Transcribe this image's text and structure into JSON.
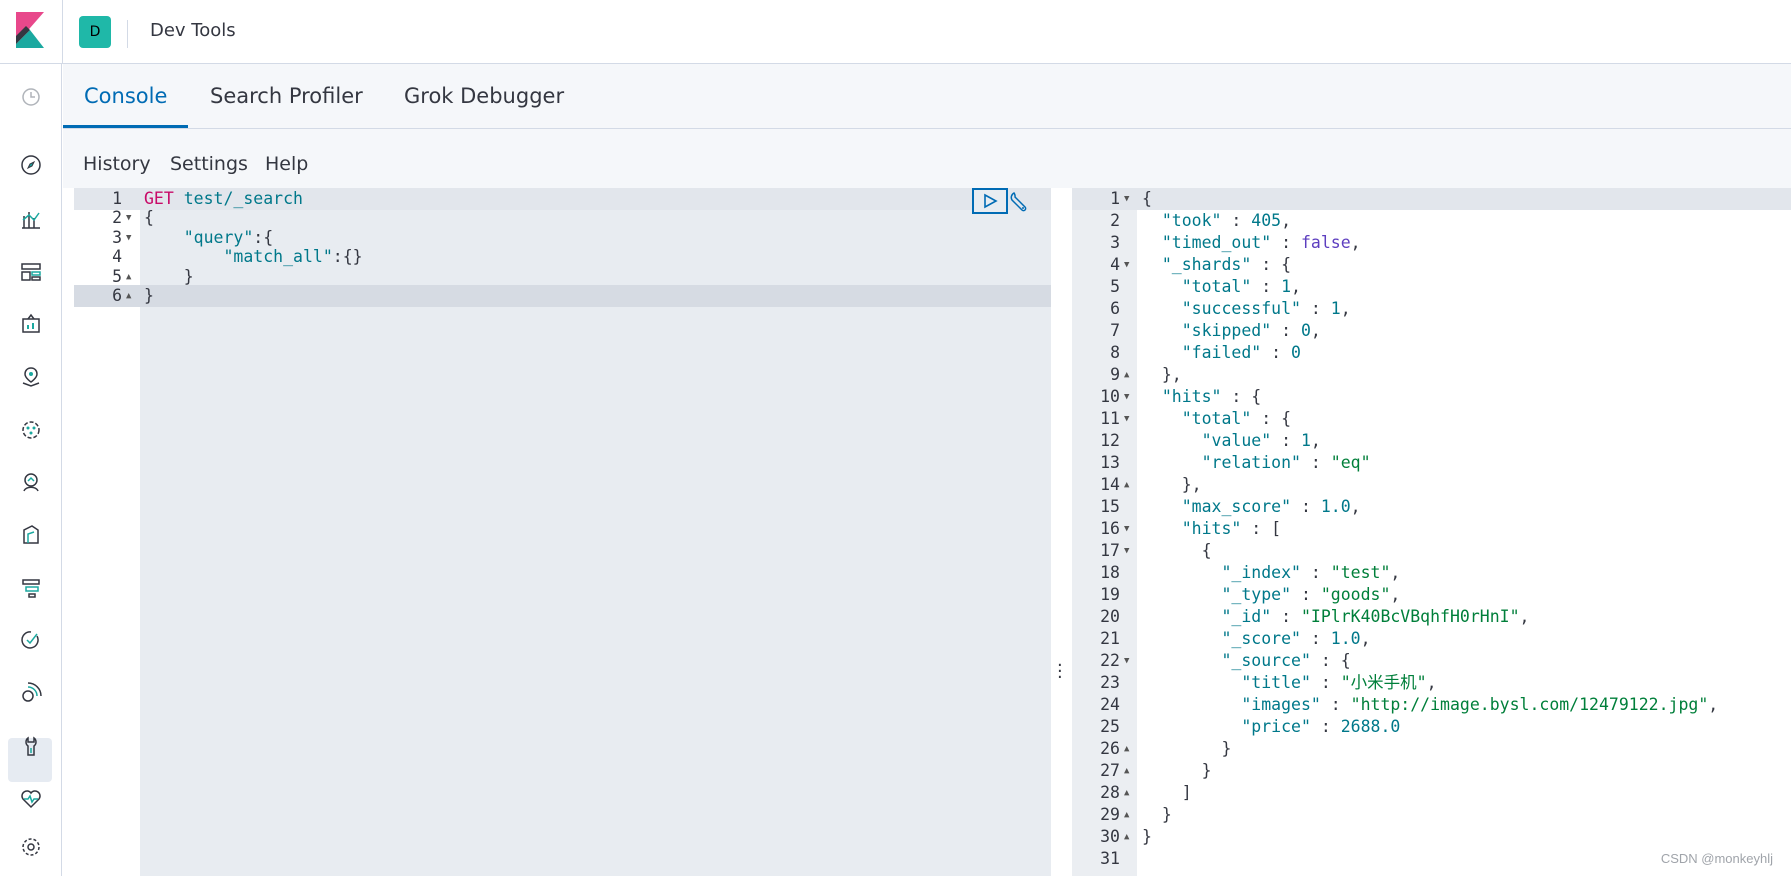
{
  "header": {
    "space_initial": "D",
    "breadcrumb": "Dev Tools"
  },
  "tabs": [
    {
      "label": "Console",
      "active": true
    },
    {
      "label": "Search Profiler",
      "active": false
    },
    {
      "label": "Grok Debugger",
      "active": false
    }
  ],
  "toolbar": {
    "history": "History",
    "settings": "Settings",
    "help": "Help"
  },
  "request": {
    "lines": [
      {
        "n": "1",
        "fold": "",
        "tokens": [
          [
            "method",
            "GET"
          ],
          [
            "p",
            " "
          ],
          [
            "url",
            "test/_search"
          ]
        ]
      },
      {
        "n": "2",
        "fold": "▼",
        "tokens": [
          [
            "p",
            "{"
          ]
        ]
      },
      {
        "n": "3",
        "fold": "▼",
        "tokens": [
          [
            "p",
            "    "
          ],
          [
            "key",
            "\"query\""
          ],
          [
            "p",
            ":{"
          ]
        ]
      },
      {
        "n": "4",
        "fold": "",
        "tokens": [
          [
            "p",
            "        "
          ],
          [
            "key",
            "\"match_all\""
          ],
          [
            "p",
            ":{}"
          ]
        ]
      },
      {
        "n": "5",
        "fold": "▲",
        "tokens": [
          [
            "p",
            "    }"
          ]
        ]
      },
      {
        "n": "6",
        "fold": "▲",
        "tokens": [
          [
            "p",
            "}"
          ]
        ]
      }
    ]
  },
  "response": {
    "lines": [
      {
        "n": "1",
        "fold": "▼",
        "tokens": [
          [
            "p",
            "{"
          ]
        ]
      },
      {
        "n": "2",
        "fold": "",
        "tokens": [
          [
            "p",
            "  "
          ],
          [
            "key",
            "\"took\""
          ],
          [
            "p",
            " : "
          ],
          [
            "num",
            "405"
          ],
          [
            "p",
            ","
          ]
        ]
      },
      {
        "n": "3",
        "fold": "",
        "tokens": [
          [
            "p",
            "  "
          ],
          [
            "key",
            "\"timed_out\""
          ],
          [
            "p",
            " : "
          ],
          [
            "bool",
            "false"
          ],
          [
            "p",
            ","
          ]
        ]
      },
      {
        "n": "4",
        "fold": "▼",
        "tokens": [
          [
            "p",
            "  "
          ],
          [
            "key",
            "\"_shards\""
          ],
          [
            "p",
            " : {"
          ]
        ]
      },
      {
        "n": "5",
        "fold": "",
        "tokens": [
          [
            "p",
            "    "
          ],
          [
            "key",
            "\"total\""
          ],
          [
            "p",
            " : "
          ],
          [
            "num",
            "1"
          ],
          [
            "p",
            ","
          ]
        ]
      },
      {
        "n": "6",
        "fold": "",
        "tokens": [
          [
            "p",
            "    "
          ],
          [
            "key",
            "\"successful\""
          ],
          [
            "p",
            " : "
          ],
          [
            "num",
            "1"
          ],
          [
            "p",
            ","
          ]
        ]
      },
      {
        "n": "7",
        "fold": "",
        "tokens": [
          [
            "p",
            "    "
          ],
          [
            "key",
            "\"skipped\""
          ],
          [
            "p",
            " : "
          ],
          [
            "num",
            "0"
          ],
          [
            "p",
            ","
          ]
        ]
      },
      {
        "n": "8",
        "fold": "",
        "tokens": [
          [
            "p",
            "    "
          ],
          [
            "key",
            "\"failed\""
          ],
          [
            "p",
            " : "
          ],
          [
            "num",
            "0"
          ]
        ]
      },
      {
        "n": "9",
        "fold": "▲",
        "tokens": [
          [
            "p",
            "  },"
          ]
        ]
      },
      {
        "n": "10",
        "fold": "▼",
        "tokens": [
          [
            "p",
            "  "
          ],
          [
            "key",
            "\"hits\""
          ],
          [
            "p",
            " : {"
          ]
        ]
      },
      {
        "n": "11",
        "fold": "▼",
        "tokens": [
          [
            "p",
            "    "
          ],
          [
            "key",
            "\"total\""
          ],
          [
            "p",
            " : {"
          ]
        ]
      },
      {
        "n": "12",
        "fold": "",
        "tokens": [
          [
            "p",
            "      "
          ],
          [
            "key",
            "\"value\""
          ],
          [
            "p",
            " : "
          ],
          [
            "num",
            "1"
          ],
          [
            "p",
            ","
          ]
        ]
      },
      {
        "n": "13",
        "fold": "",
        "tokens": [
          [
            "p",
            "      "
          ],
          [
            "key",
            "\"relation\""
          ],
          [
            "p",
            " : "
          ],
          [
            "str",
            "\"eq\""
          ]
        ]
      },
      {
        "n": "14",
        "fold": "▲",
        "tokens": [
          [
            "p",
            "    },"
          ]
        ]
      },
      {
        "n": "15",
        "fold": "",
        "tokens": [
          [
            "p",
            "    "
          ],
          [
            "key",
            "\"max_score\""
          ],
          [
            "p",
            " : "
          ],
          [
            "num",
            "1.0"
          ],
          [
            "p",
            ","
          ]
        ]
      },
      {
        "n": "16",
        "fold": "▼",
        "tokens": [
          [
            "p",
            "    "
          ],
          [
            "key",
            "\"hits\""
          ],
          [
            "p",
            " : ["
          ]
        ]
      },
      {
        "n": "17",
        "fold": "▼",
        "tokens": [
          [
            "p",
            "      {"
          ]
        ]
      },
      {
        "n": "18",
        "fold": "",
        "tokens": [
          [
            "p",
            "        "
          ],
          [
            "key",
            "\"_index\""
          ],
          [
            "p",
            " : "
          ],
          [
            "str",
            "\"test\""
          ],
          [
            "p",
            ","
          ]
        ]
      },
      {
        "n": "19",
        "fold": "",
        "tokens": [
          [
            "p",
            "        "
          ],
          [
            "key",
            "\"_type\""
          ],
          [
            "p",
            " : "
          ],
          [
            "str",
            "\"goods\""
          ],
          [
            "p",
            ","
          ]
        ]
      },
      {
        "n": "20",
        "fold": "",
        "tokens": [
          [
            "p",
            "        "
          ],
          [
            "key",
            "\"_id\""
          ],
          [
            "p",
            " : "
          ],
          [
            "str",
            "\"IPlrK40BcVBqhfH0rHnI\""
          ],
          [
            "p",
            ","
          ]
        ]
      },
      {
        "n": "21",
        "fold": "",
        "tokens": [
          [
            "p",
            "        "
          ],
          [
            "key",
            "\"_score\""
          ],
          [
            "p",
            " : "
          ],
          [
            "num",
            "1.0"
          ],
          [
            "p",
            ","
          ]
        ]
      },
      {
        "n": "22",
        "fold": "▼",
        "tokens": [
          [
            "p",
            "        "
          ],
          [
            "key",
            "\"_source\""
          ],
          [
            "p",
            " : {"
          ]
        ]
      },
      {
        "n": "23",
        "fold": "",
        "tokens": [
          [
            "p",
            "          "
          ],
          [
            "key",
            "\"title\""
          ],
          [
            "p",
            " : "
          ],
          [
            "str",
            "\"小米手机\""
          ],
          [
            "p",
            ","
          ]
        ]
      },
      {
        "n": "24",
        "fold": "",
        "tokens": [
          [
            "p",
            "          "
          ],
          [
            "key",
            "\"images\""
          ],
          [
            "p",
            " : "
          ],
          [
            "str",
            "\"http://image.bysl.com/12479122.jpg\""
          ],
          [
            "p",
            ","
          ]
        ]
      },
      {
        "n": "25",
        "fold": "",
        "tokens": [
          [
            "p",
            "          "
          ],
          [
            "key",
            "\"price\""
          ],
          [
            "p",
            " : "
          ],
          [
            "num",
            "2688.0"
          ]
        ]
      },
      {
        "n": "26",
        "fold": "▲",
        "tokens": [
          [
            "p",
            "        }"
          ]
        ]
      },
      {
        "n": "27",
        "fold": "▲",
        "tokens": [
          [
            "p",
            "      }"
          ]
        ]
      },
      {
        "n": "28",
        "fold": "▲",
        "tokens": [
          [
            "p",
            "    ]"
          ]
        ]
      },
      {
        "n": "29",
        "fold": "▲",
        "tokens": [
          [
            "p",
            "  }"
          ]
        ]
      },
      {
        "n": "30",
        "fold": "▲",
        "tokens": [
          [
            "p",
            "}"
          ]
        ]
      },
      {
        "n": "31",
        "fold": "",
        "tokens": []
      }
    ]
  },
  "nav_icons": [
    "recent-icon",
    "discover-icon",
    "visualize-icon",
    "dashboard-icon",
    "canvas-icon",
    "maps-icon",
    "ml-icon",
    "infrastructure-icon",
    "logs-icon",
    "apm-icon",
    "uptime-icon",
    "siem-icon",
    "dev-tools-icon",
    "monitoring-icon",
    "management-icon"
  ],
  "watermark": "CSDN @monkeyhlj",
  "colors": {
    "accent": "#006bb4",
    "avatar": "#1fb8a8",
    "string": "#007f3a",
    "key": "#00788a",
    "method": "#c80a68"
  }
}
